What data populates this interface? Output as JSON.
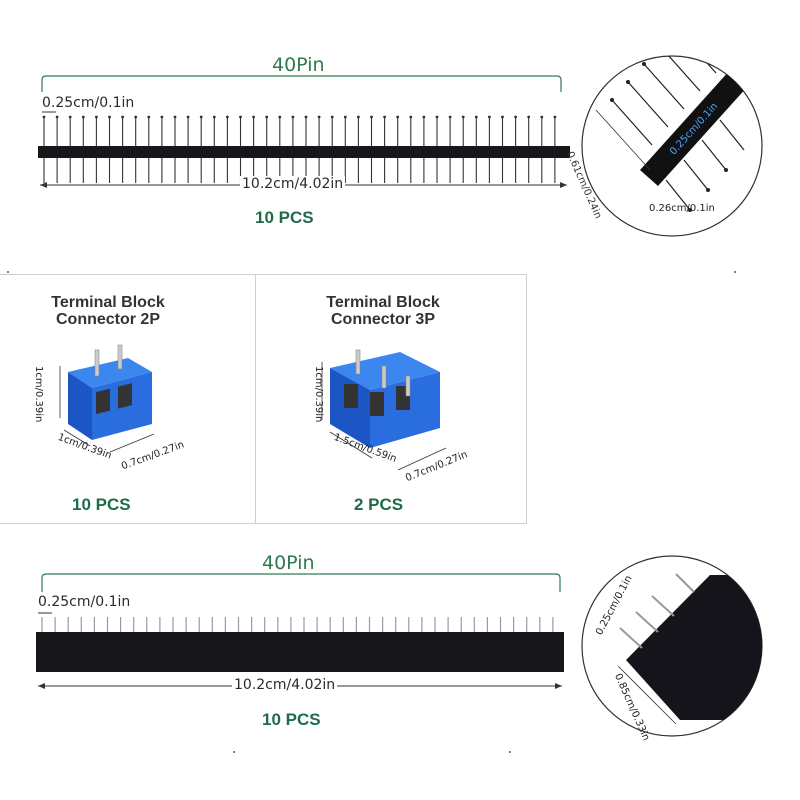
{
  "top_header": {
    "title": "40Pin",
    "pitch": "0.25cm/0.1in",
    "length": "10.2cm/4.02in",
    "quantity": "10 PCS",
    "zoom_height": "0.61cm/0.24in",
    "zoom_width": "0.26cm/0.1in",
    "zoom_pitch": "0.25cm/0.1in"
  },
  "terminal_2p": {
    "title_line1": "Terminal Block",
    "title_line2": "Connector 2P",
    "height": "1cm/0.39in",
    "width": "1cm/0.39in",
    "depth": "0.7cm/0.27in",
    "quantity": "10 PCS"
  },
  "terminal_3p": {
    "title_line1": "Terminal Block",
    "title_line2": "Connector 3P",
    "height": "1cm/0.39in",
    "width": "1.5cm/0.59in",
    "depth": "0.7cm/0.27in",
    "quantity": "2 PCS"
  },
  "bottom_header": {
    "title": "40Pin",
    "pitch": "0.25cm/0.1in",
    "length": "10.2cm/4.02in",
    "quantity": "10 PCS",
    "zoom_pitch": "0.25cm/0.1in",
    "zoom_height": "0.85cm/0.33in"
  },
  "colors": {
    "accent_green": "#1f6b4a",
    "header_black": "#16161b",
    "terminal_blue": "#1f5fd1"
  }
}
